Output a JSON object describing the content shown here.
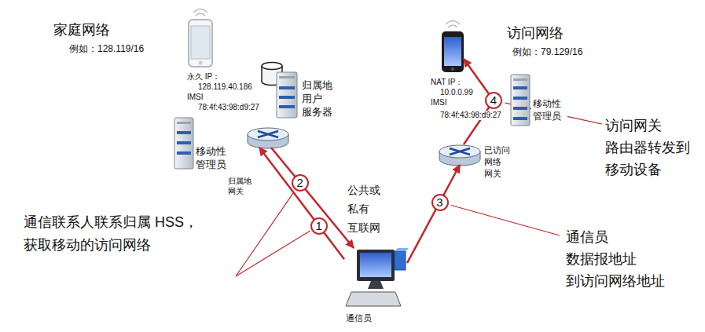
{
  "diagram": {
    "nodes": [
      {
        "text": [
          "家庭网络",
          "例如：128.119/16"
        ]
      },
      {
        "text": [
          "永久 IP：",
          "128.119.40.186",
          "IMSI",
          "78:4f:43:98:d9:27"
        ],
        "in": 0
      },
      {
        "text": [
          "归属地 用户 服务器"
        ],
        "in": 0
      },
      {
        "text": [
          "移动性 管理员"
        ],
        "in": 0
      },
      {
        "text": [
          "归属地 网关"
        ],
        "in": 0
      },
      {
        "text": [
          "访问网络",
          "例如：79.129/16"
        ]
      },
      {
        "text": [
          "NAT IP：",
          "10.0.0.99",
          "IMSI",
          "78:4f:43:98:d9:27"
        ],
        "in": 5
      },
      {
        "text": [
          "移动性 管理员"
        ],
        "in": 5
      },
      {
        "text": [
          "已访问 网络 网关"
        ],
        "in": 5
      },
      {
        "text": [
          "公共或 私有 互联网"
        ]
      },
      {
        "text": [
          "通信员"
        ]
      }
    ],
    "edges": [
      {
        "from": 10,
        "to": 4,
        "label": "1",
        "arrow": "to"
      },
      {
        "from": 4,
        "to": 10,
        "label": "2",
        "arrow": "to"
      },
      {
        "from": 10,
        "to": 8,
        "label": "3",
        "arrow": "to"
      },
      {
        "from": 8,
        "to": 6,
        "label": "4",
        "arrow": "to"
      }
    ],
    "labels": [
      "通信联系人联系归属 HSS， 获取移动的访问网络",
      "访问网关 路由器转发到 移动设备",
      "通信员 数据报地址 到访问网络地址"
    ]
  }
}
